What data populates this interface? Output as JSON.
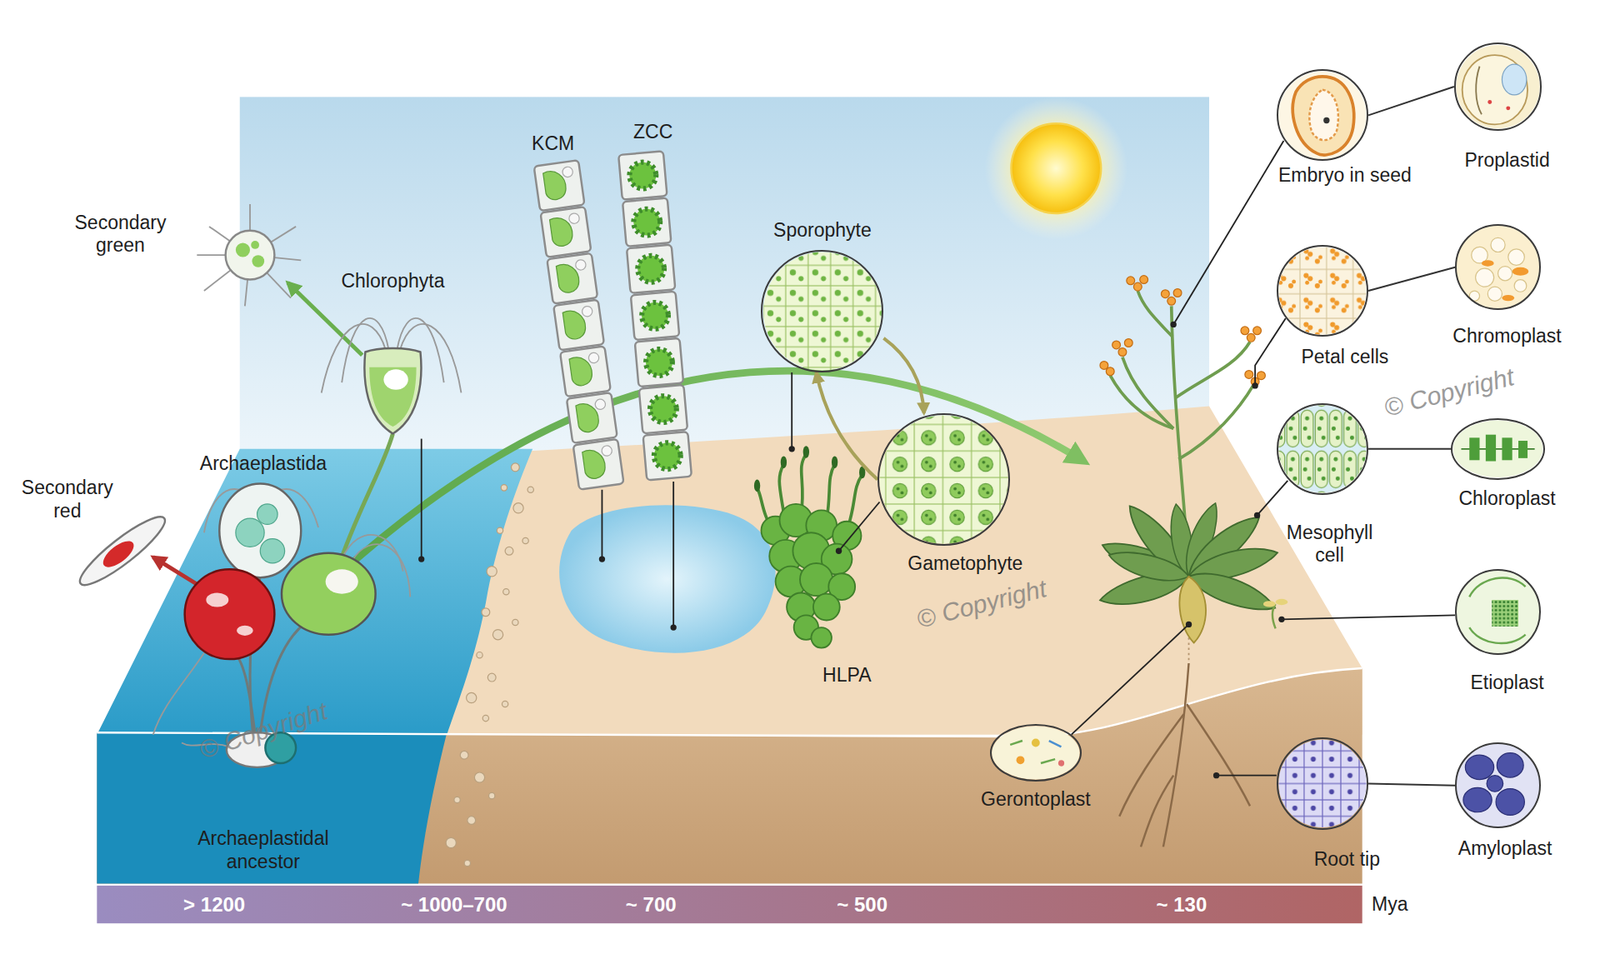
{
  "diagram": {
    "nodes": [
      {
        "text": [
          "Embryo in seed"
        ]
      },
      {
        "text": [
          "Proplastid"
        ]
      },
      {
        "text": [
          "Sporophyte"
        ]
      },
      {
        "text": [
          "Petal cells"
        ]
      },
      {
        "text": [
          "Chromoplast"
        ]
      },
      {
        "text": [
          "Gametophyte"
        ]
      },
      {
        "text": [
          "Mesophyll cell"
        ]
      },
      {
        "text": [
          "Chloroplast"
        ]
      },
      {
        "text": [
          "Etioplast"
        ]
      },
      {
        "text": [
          "Gerontoplast"
        ]
      },
      {
        "text": [
          "Root tip"
        ]
      },
      {
        "text": [
          "Amyloplast"
        ]
      }
    ],
    "edges": [
      {
        "from": 0,
        "to": 1,
        "arrow": "none"
      },
      {
        "from": 3,
        "to": 4,
        "arrow": "none"
      },
      {
        "from": 6,
        "to": 7,
        "arrow": "none"
      },
      {
        "from": 10,
        "to": 11,
        "arrow": "none"
      },
      {
        "from": 2,
        "to": 5,
        "arrow": "to"
      },
      {
        "from": 5,
        "to": 2,
        "arrow": "to"
      }
    ],
    "labels": [
      "Secondary green",
      "Chlorophyta",
      "KCM",
      "ZCC",
      "Secondary red",
      "Archaeplastida",
      "HLPA",
      "Archaeplastidal ancestor",
      "> 1200",
      "~ 1000–700",
      "~ 700",
      "~ 500",
      "~ 130",
      "Mya",
      "© Copyright",
      "© Copyright",
      "© Copyright"
    ]
  }
}
